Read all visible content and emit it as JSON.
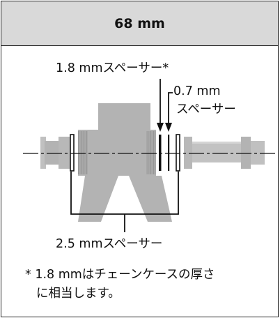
{
  "header": {
    "title": "68 mm"
  },
  "labels": {
    "spacer_1_8": "1.8 mmスペーサー*",
    "spacer_0_7_line1": "0.7 mm",
    "spacer_0_7_line2": "スペーサー",
    "spacer_2_5": "2.5 mmスペーサー"
  },
  "footnote": {
    "line1": "* 1.8 mmはチェーンケースの厚さ",
    "line2": "に相当します。"
  }
}
